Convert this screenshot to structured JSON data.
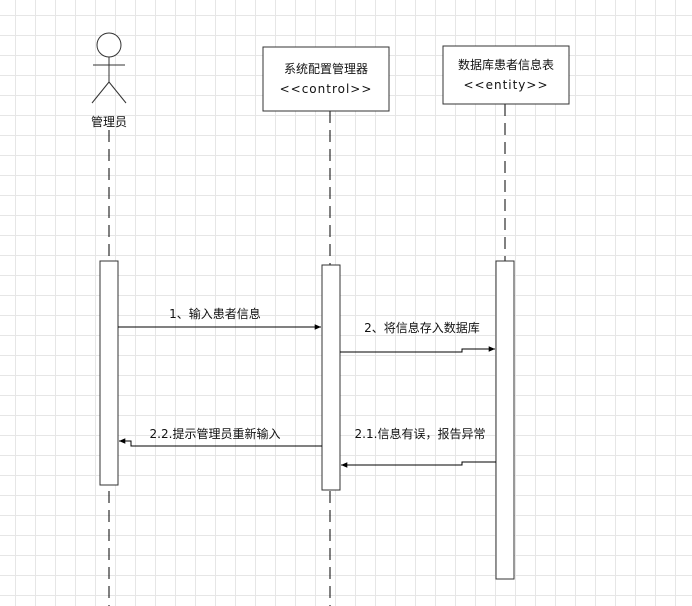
{
  "actors": {
    "admin": {
      "label": "管理员"
    },
    "controller": {
      "name": "系统配置管理器",
      "stereotype": "<<control>>"
    },
    "entity": {
      "name": "数据库患者信息表",
      "stereotype": "<<entity>>"
    }
  },
  "messages": {
    "m1": "1、输入患者信息",
    "m2": "2、将信息存入数据库",
    "m21": "2.1.信息有误，报告异常",
    "m22": "2.2.提示管理员重新输入"
  }
}
